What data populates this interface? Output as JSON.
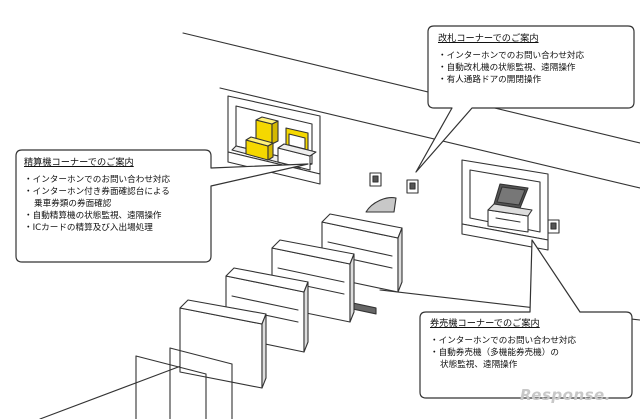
{
  "callouts": {
    "kaisatsu": {
      "title": "改札コーナーでのご案内",
      "items": [
        "・インターホンでのお問い合わせ対応",
        "・自動改札機の状態監視、遠隔操作",
        "・有人通路ドアの開閉操作"
      ]
    },
    "seisan": {
      "title": "精算機コーナーでのご案内",
      "items": [
        "・インターホンでのお問い合わせ対応",
        "・インターホン付き券面確認台による",
        "乗車券類の券面確認",
        "・自動精算機の状態監視、遠隔操作",
        "・ICカードの精算及び入出場処理"
      ]
    },
    "kenbai": {
      "title": "券売機コーナーでのご案内",
      "items": [
        "・インターホンでのお問い合わせ対応",
        "・自動券売機（多機能券売機）の",
        "状態監視、遠隔操作"
      ]
    }
  },
  "watermark": "Response.",
  "colors": {
    "highlight_yellow": "#f5d800",
    "outline": "#333333",
    "shadow_gray": "#b0b0b0"
  }
}
